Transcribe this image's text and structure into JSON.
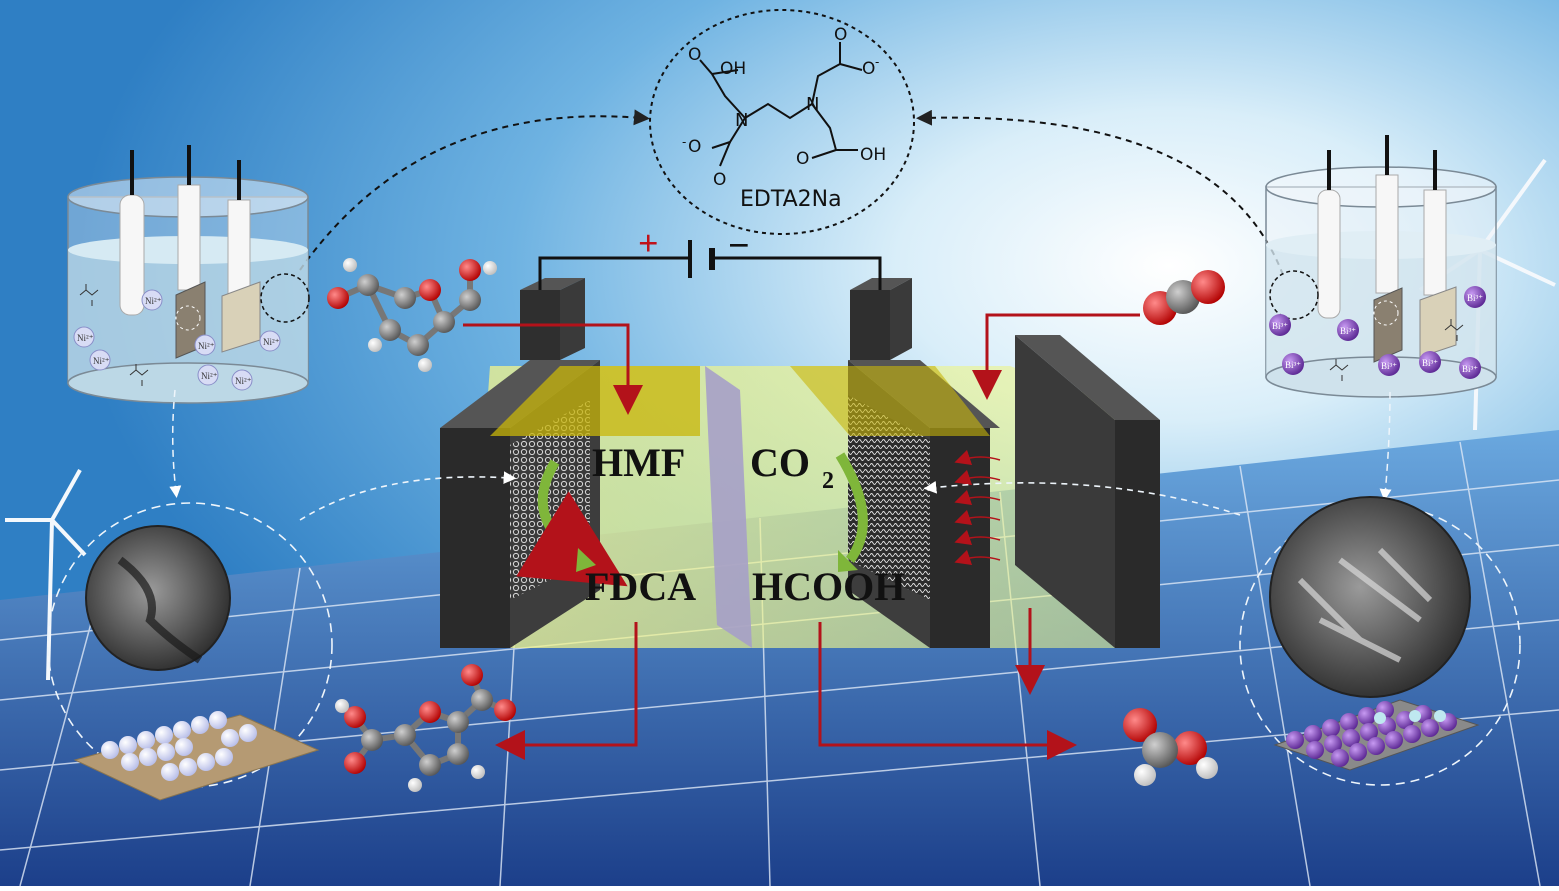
{
  "cell": {
    "anode_reactant": "HMF",
    "anode_product": "FDCA",
    "cathode_reactant_main": "CO",
    "cathode_reactant_sub": "2",
    "cathode_product": "HCOOH",
    "plus_sign": "+",
    "minus_sign": "−"
  },
  "edta": {
    "name": "EDTA2Na",
    "oh_top_left": "O  OH",
    "o_minus_top_right": "O",
    "o_minus_sup": "-",
    "n_left": "N",
    "n_right": "N",
    "o_minus_bottom_left": "O",
    "o_minus_bottom_sup": "-",
    "o_bottom_left": "O",
    "oh_bottom_right": "O  OH"
  },
  "left_beaker": {
    "ions": [
      "Ni²⁺",
      "Ni²⁺",
      "Ni²⁺",
      "Ni²⁺",
      "Ni²⁺",
      "Ni²⁺",
      "Ni²⁺"
    ]
  },
  "right_beaker": {
    "ions": [
      "Bi³⁺",
      "Bi³⁺",
      "Bi³⁺",
      "Bi³⁺",
      "Bi³⁺",
      "Bi³⁺",
      "Bi³⁺"
    ]
  },
  "colors": {
    "sky_top": "#3d8fd0",
    "sky_light": "#dff1fb",
    "panel_blue": "#1f4f9f",
    "electrolyte": "#eef37a",
    "arrow_red": "#b3121a",
    "ni_film": "#b59a73",
    "bi_atom": "#7a3fb8"
  }
}
